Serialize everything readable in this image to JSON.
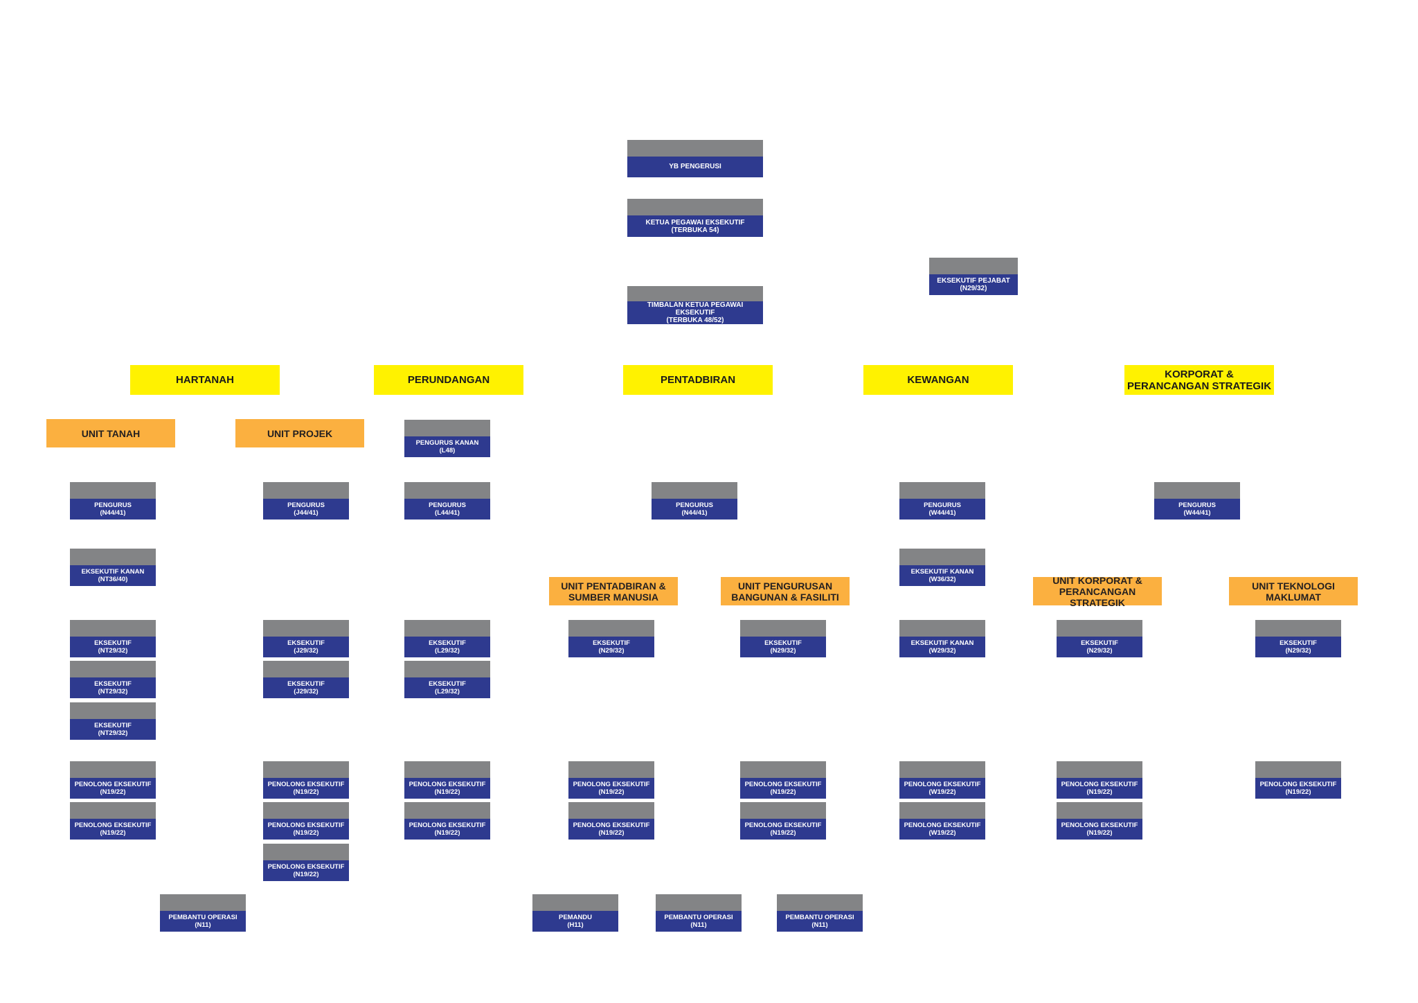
{
  "colors": {
    "dept": "#fff200",
    "unit": "#fbb040",
    "node_header": "#838486",
    "node_body": "#2e3a8f"
  },
  "top": {
    "chairman": [
      "YB PENGERUSI",
      ""
    ],
    "ceo": [
      "KETUA PEGAWAI EKSEKUTIF",
      "(TERBUKA 54)"
    ],
    "deputy_ceo": [
      "TIMBALAN KETUA PEGAWAI EKSEKUTIF",
      "(TERBUKA 48/52)"
    ],
    "office_exec": [
      "EKSEKUTIF PEJABAT",
      "(N29/32)"
    ]
  },
  "departments": [
    [
      "HARTANAH",
      ""
    ],
    [
      "PERUNDANGAN",
      ""
    ],
    [
      "PENTADBIRAN",
      ""
    ],
    [
      "KEWANGAN",
      ""
    ],
    [
      "KORPORAT &",
      "PERANCANGAN STRATEGIK"
    ]
  ],
  "units": [
    [
      "UNIT TANAH",
      ""
    ],
    [
      "UNIT PROJEK",
      ""
    ],
    [
      "UNIT PENTADBIRAN &",
      "SUMBER MANUSIA"
    ],
    [
      "UNIT PENGURUSAN",
      "BANGUNAN & FASILITI"
    ],
    [
      "UNIT KORPORAT &",
      "PERANCANGAN STRATEGIK"
    ],
    [
      "UNIT TEKNOLOGI",
      "MAKLUMAT"
    ]
  ],
  "positions": {
    "pengurus_kanan_l48": [
      "PENGURUS KANAN",
      "(L48)"
    ],
    "pengurus_n44_tanah": [
      "PENGURUS",
      "(N44/41)"
    ],
    "pengurus_j44": [
      "PENGURUS",
      "(J44/41)"
    ],
    "pengurus_l44": [
      "PENGURUS",
      "(L44/41)"
    ],
    "pengurus_n44_pentadbiran": [
      "PENGURUS",
      "(N44/41)"
    ],
    "pengurus_w44_kewangan": [
      "PENGURUS",
      "(W44/41)"
    ],
    "pengurus_w44_korporat": [
      "PENGURUS",
      "(W44/41)"
    ],
    "eks_kanan_nt36": [
      "EKSEKUTIF KANAN",
      "(NT36/40)"
    ],
    "eks_kanan_w36": [
      "EKSEKUTIF KANAN",
      "(W36/32)"
    ],
    "eks_nt29": [
      "EKSEKUTIF",
      "(NT29/32)"
    ],
    "eks_j29": [
      "EKSEKUTIF",
      "(J29/32)"
    ],
    "eks_l29": [
      "EKSEKUTIF",
      "(L29/32)"
    ],
    "eks_n29": [
      "EKSEKUTIF",
      "(N29/32)"
    ],
    "eks_kanan_w29": [
      "EKSEKUTIF KANAN",
      "(W29/32)"
    ],
    "pe_n19": [
      "PENOLONG EKSEKUTIF",
      "(N19/22)"
    ],
    "pe_w19": [
      "PENOLONG EKSEKUTIF",
      "(W19/22)"
    ],
    "po_n11": [
      "PEMBANTU OPERASI",
      "(N11)"
    ],
    "pemandu_h11": [
      "PEMANDU",
      "(H11)"
    ]
  }
}
